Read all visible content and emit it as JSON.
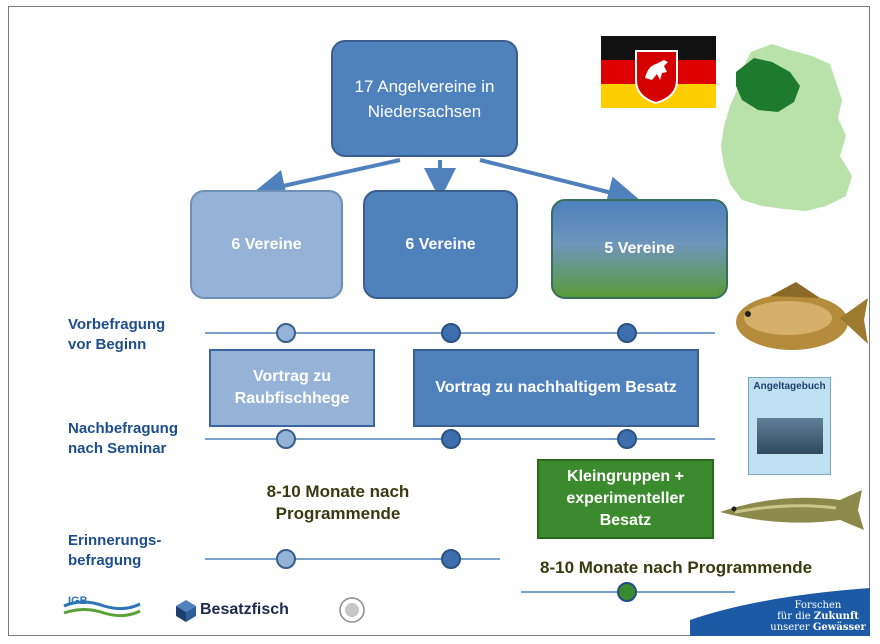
{
  "top_box": {
    "line1": "17 Angelvereine in",
    "line2": "Niedersachsen"
  },
  "clubs": [
    {
      "count": "6",
      "label": "Vereine"
    },
    {
      "count": "6",
      "label": "Vereine"
    },
    {
      "count": "5",
      "label": "Vereine"
    }
  ],
  "stages": {
    "pre": {
      "line1": "Vorbefragung",
      "line2": "vor Beginn"
    },
    "post": {
      "line1": "Nachbefragung",
      "line2": "nach Seminar"
    },
    "reminder": {
      "line1": "Erinnerungs-",
      "line2": "befragung"
    }
  },
  "talks": {
    "predator": {
      "line1": "Vortrag zu",
      "line2": "Raubfischhege"
    },
    "stocking": "Vortrag zu nachhaltigem Besatz"
  },
  "group_box": {
    "line1": "Kleingruppen +",
    "line2": "experimenteller",
    "line3": "Besatz"
  },
  "timing_a": {
    "line1": "8-10 Monate nach",
    "line2": "Programmende"
  },
  "timing_b": "8-10 Monate nach Programmende",
  "booklet": {
    "title": "Angeltagebuch"
  },
  "logos": {
    "igb": "IGB",
    "besatzfisch": "Besatzfisch"
  },
  "footer": {
    "line1": "Forschen",
    "line2a": "für die ",
    "line2b": "Zukunft",
    "line3a": "unserer ",
    "line3b": "Gewässer"
  },
  "colors": {
    "accent_blue": "#4f81bd",
    "light_blue": "#95b3d7",
    "green": "#3c8a2e",
    "label_blue": "#1f4e8c"
  }
}
